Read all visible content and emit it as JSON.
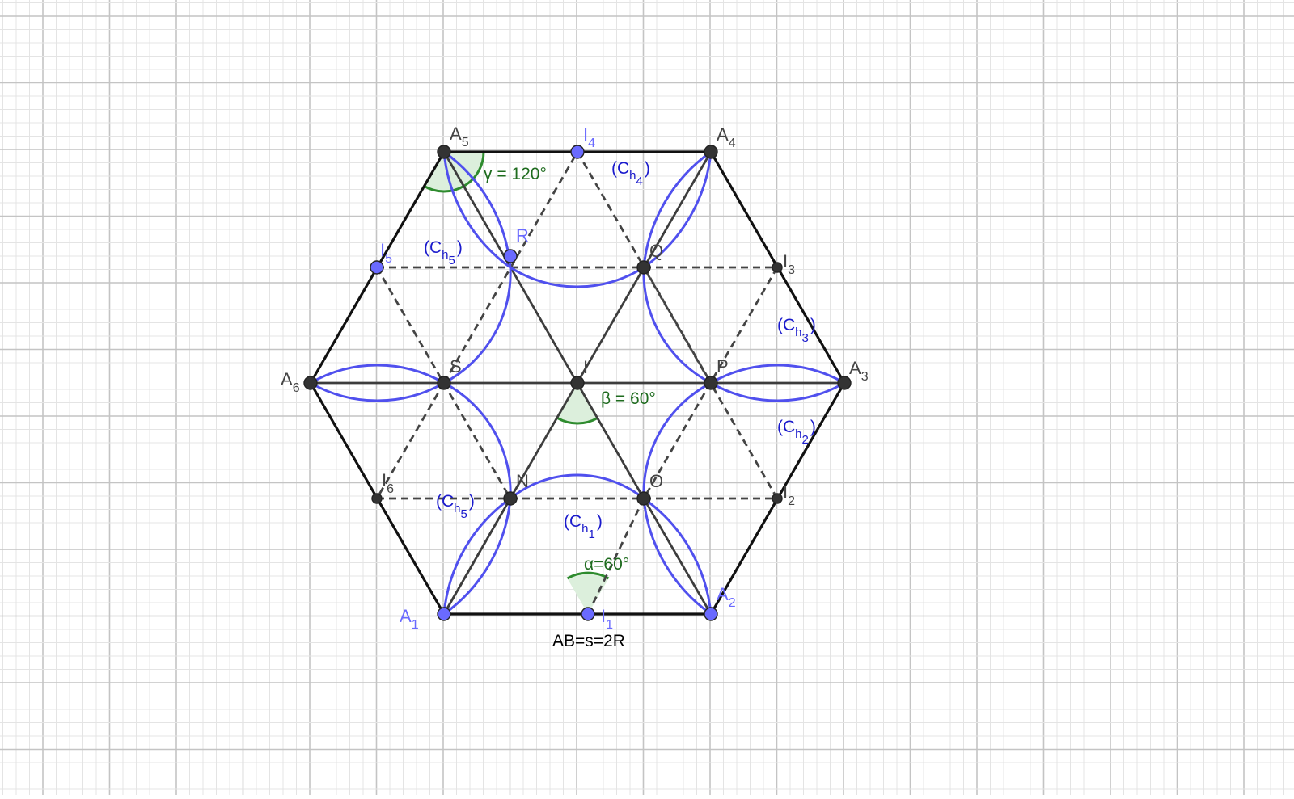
{
  "points": [
    {
      "id": "A1",
      "base": "A",
      "sub": "1",
      "type": "free"
    },
    {
      "id": "A2",
      "base": "A",
      "sub": "2",
      "type": "free"
    },
    {
      "id": "A3",
      "base": "A",
      "sub": "3",
      "type": "dependent"
    },
    {
      "id": "A4",
      "base": "A",
      "sub": "4",
      "type": "dependent"
    },
    {
      "id": "A5",
      "base": "A",
      "sub": "5",
      "type": "dependent"
    },
    {
      "id": "A6",
      "base": "A",
      "sub": "6",
      "type": "dependent"
    },
    {
      "id": "I",
      "base": "I",
      "sub": "",
      "type": "dependent"
    },
    {
      "id": "I1",
      "base": "I",
      "sub": "1",
      "type": "free"
    },
    {
      "id": "I2",
      "base": "I",
      "sub": "2",
      "type": "dependent"
    },
    {
      "id": "I3",
      "base": "I",
      "sub": "3",
      "type": "dependent"
    },
    {
      "id": "I4",
      "base": "I",
      "sub": "4",
      "type": "free"
    },
    {
      "id": "I5",
      "base": "I",
      "sub": "5",
      "type": "free"
    },
    {
      "id": "I6",
      "base": "I",
      "sub": "6",
      "type": "dependent"
    },
    {
      "id": "N",
      "base": "N",
      "sub": "",
      "type": "dependent"
    },
    {
      "id": "O",
      "base": "O",
      "sub": "",
      "type": "dependent"
    },
    {
      "id": "P",
      "base": "P",
      "sub": "",
      "type": "dependent"
    },
    {
      "id": "Q",
      "base": "Q",
      "sub": "",
      "type": "dependent"
    },
    {
      "id": "R",
      "base": "R",
      "sub": "",
      "type": "free"
    },
    {
      "id": "S",
      "base": "S",
      "sub": "",
      "type": "dependent"
    }
  ],
  "circle_labels": [
    {
      "id": "ch1",
      "text": "(C",
      "sub": "h",
      "subsub": "1",
      "close": ")"
    },
    {
      "id": "ch2",
      "text": "(C",
      "sub": "h",
      "subsub": "2",
      "close": ")"
    },
    {
      "id": "ch3",
      "text": "(C",
      "sub": "h",
      "subsub": "3",
      "close": ")"
    },
    {
      "id": "ch4",
      "text": "(C",
      "sub": "h",
      "subsub": "4",
      "close": ")"
    },
    {
      "id": "ch5a",
      "text": "(C",
      "sub": "h",
      "subsub": "5",
      "close": ")"
    },
    {
      "id": "ch5b",
      "text": "(C",
      "sub": "h",
      "subsub": "5",
      "close": ")"
    }
  ],
  "angles": {
    "alpha": "α=60°",
    "beta": "β = 60°",
    "gamma": "γ = 120°"
  },
  "formula": "AB=s=2R",
  "colors": {
    "grid_minor": "#e4e4e4",
    "grid_major": "#c4c4c4",
    "hexagon": "#111111",
    "inner_lines": "#3d3d3d",
    "dashed": "#444444",
    "arcs": "#5050ee",
    "point_dark": "#333333",
    "point_free": "#6a6aff",
    "angle_fill": "#dcefdc",
    "angle_stroke": "#2e8b2e"
  }
}
